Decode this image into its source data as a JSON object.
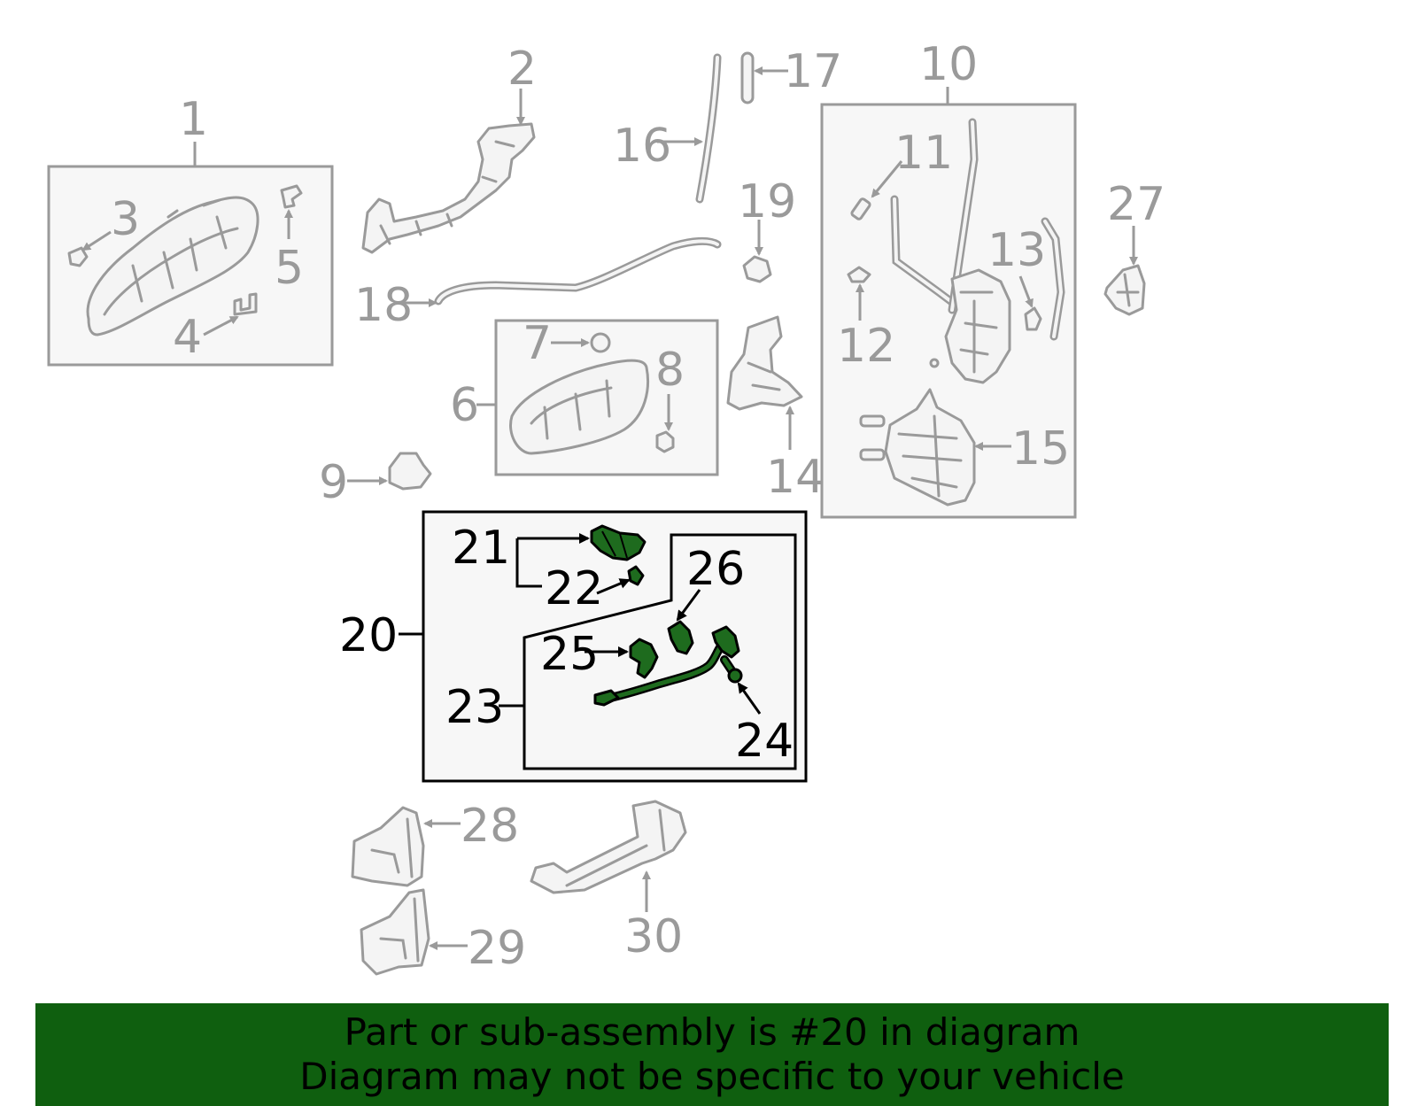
{
  "callouts": {
    "n1": "1",
    "n2": "2",
    "n3": "3",
    "n4": "4",
    "n5": "5",
    "n6": "6",
    "n7": "7",
    "n8": "8",
    "n9": "9",
    "n10": "10",
    "n11": "11",
    "n12": "12",
    "n13": "13",
    "n14": "14",
    "n15": "15",
    "n16": "16",
    "n17": "17",
    "n18": "18",
    "n19": "19",
    "n20": "20",
    "n21": "21",
    "n22": "22",
    "n23": "23",
    "n24": "24",
    "n25": "25",
    "n26": "26",
    "n27": "27",
    "n28": "28",
    "n29": "29",
    "n30": "30"
  },
  "footer": {
    "line1": "Part or sub-assembly is #20 in diagram",
    "line2": "Diagram may not be specific to your vehicle"
  },
  "colors": {
    "highlight": "#1e6b1e",
    "footer_bg": "#0f5f0f",
    "parts": "#9a9a9a"
  }
}
